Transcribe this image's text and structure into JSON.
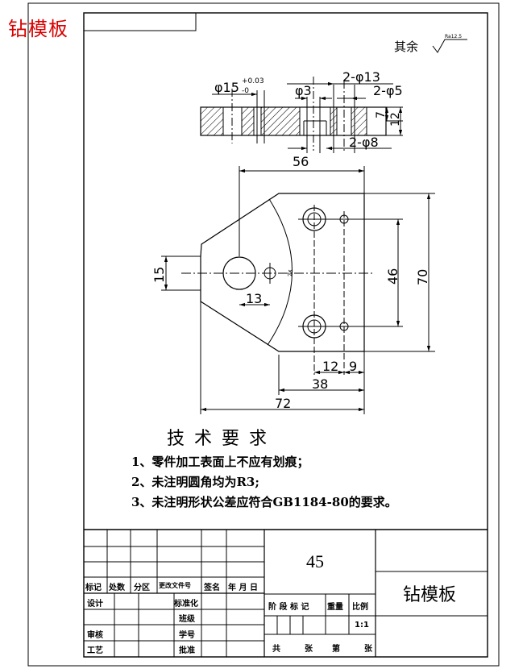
{
  "corner_title": "钻模板",
  "roughness": {
    "prefix": "其余",
    "value": "Ra12.5"
  },
  "section_view": {
    "dim_bore": "φ15",
    "tol_upper": "+0.03",
    "tol_lower": "-0",
    "dim_2x_d13": "2-φ13",
    "dim_d3": "φ3",
    "dim_2x_d5": "2-φ5",
    "dim_2x_d8": "2-φ8",
    "dim_7": "7",
    "dim_12": "12"
  },
  "plan_view": {
    "dim_56": "56",
    "dim_70": "70",
    "dim_46": "46",
    "dim_15": "15",
    "dim_13": "13",
    "dim_12": "12",
    "dim_9": "9",
    "dim_38": "38",
    "dim_72": "72",
    "small_mark": "2x"
  },
  "requirements": {
    "title": "技术要求",
    "items": [
      "1、零件加工表面上不应有划痕；",
      "2、未注明圆角均为R3;",
      "3、未注明形状公差应符合GB1184-80的要求。"
    ]
  },
  "title_block": {
    "material": "45",
    "part_name": "钻模板",
    "hdr_mark": "标记",
    "hdr_count": "处数",
    "hdr_zone": "分区",
    "hdr_doc": "更改文件号",
    "hdr_sign": "签名",
    "hdr_date": "年 月 日",
    "row_design": "设计",
    "row_standard": "标准化",
    "row_class": "班级",
    "row_check": "审核",
    "row_id": "学号",
    "row_process": "工艺",
    "row_approve": "批准",
    "stage_label": "阶 段 标 记",
    "weight_label": "重量",
    "scale_label": "比例",
    "scale_value": "1:1",
    "sheets_total": "共",
    "sheets_unit": "张",
    "sheet_no": "第",
    "sheet_unit2": "张"
  }
}
